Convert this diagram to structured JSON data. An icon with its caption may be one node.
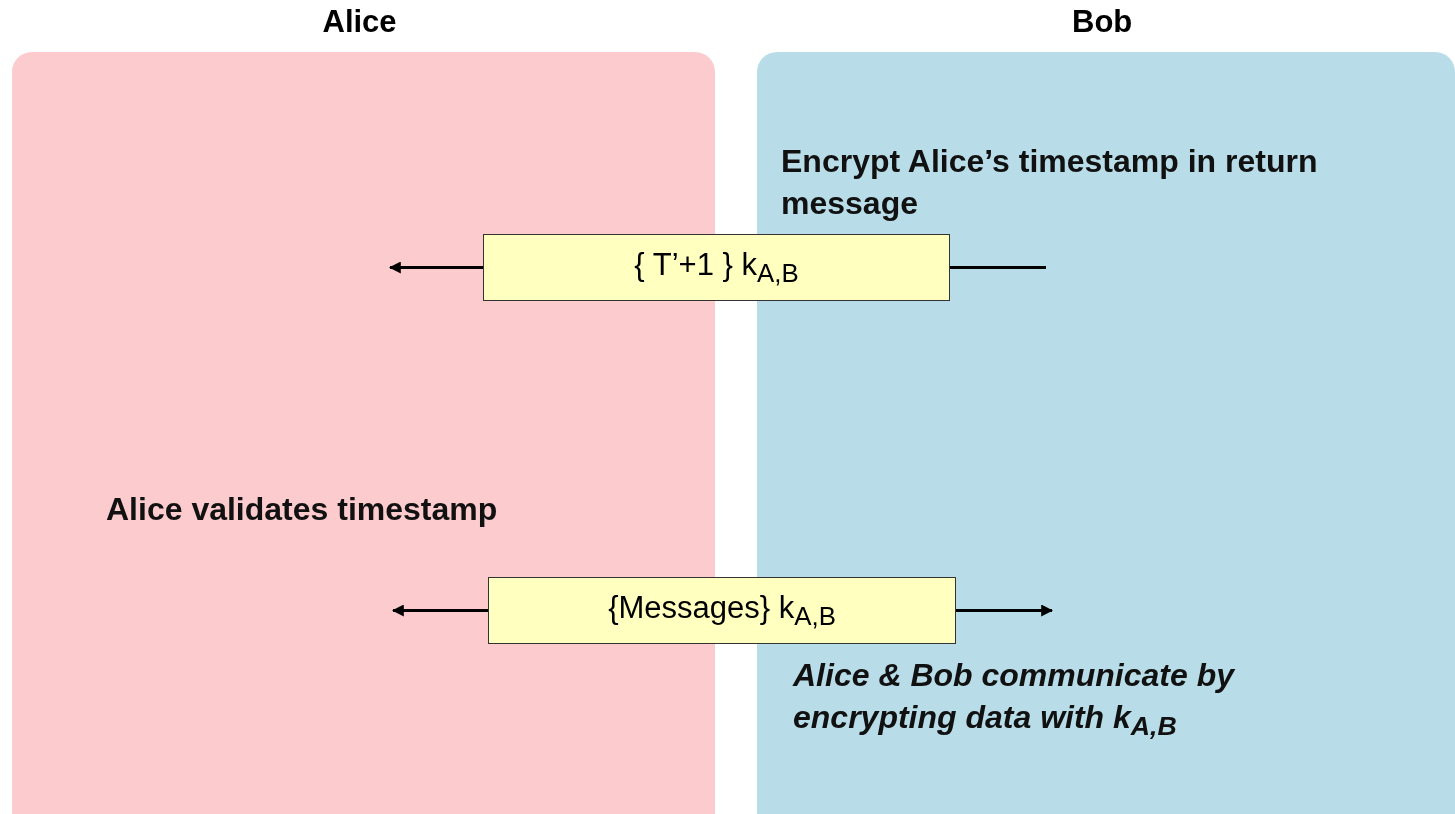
{
  "diagram": {
    "nodes": [
      {
        "text": [
          "Alice"
        ]
      },
      {
        "text": [
          "Bob"
        ]
      },
      {
        "text": [
          "{ T’+1 } k$_{A,B}$"
        ]
      },
      {
        "text": [
          "{Messages} k$_{A,B}$"
        ]
      }
    ],
    "edges": [
      {
        "from": 2,
        "to": 0,
        "arrow": "to"
      },
      {
        "from": 1,
        "to": 2,
        "arrow": "none"
      },
      {
        "from": 3,
        "to": 0,
        "arrow": "to"
      },
      {
        "from": 3,
        "to": 1,
        "arrow": "to"
      }
    ],
    "labels": [
      "Encrypt Alice’s timestamp in return message",
      "Alice validates timestamp",
      "Alice & Bob communicate by encrypting data with k$_{A,B}$"
    ]
  }
}
